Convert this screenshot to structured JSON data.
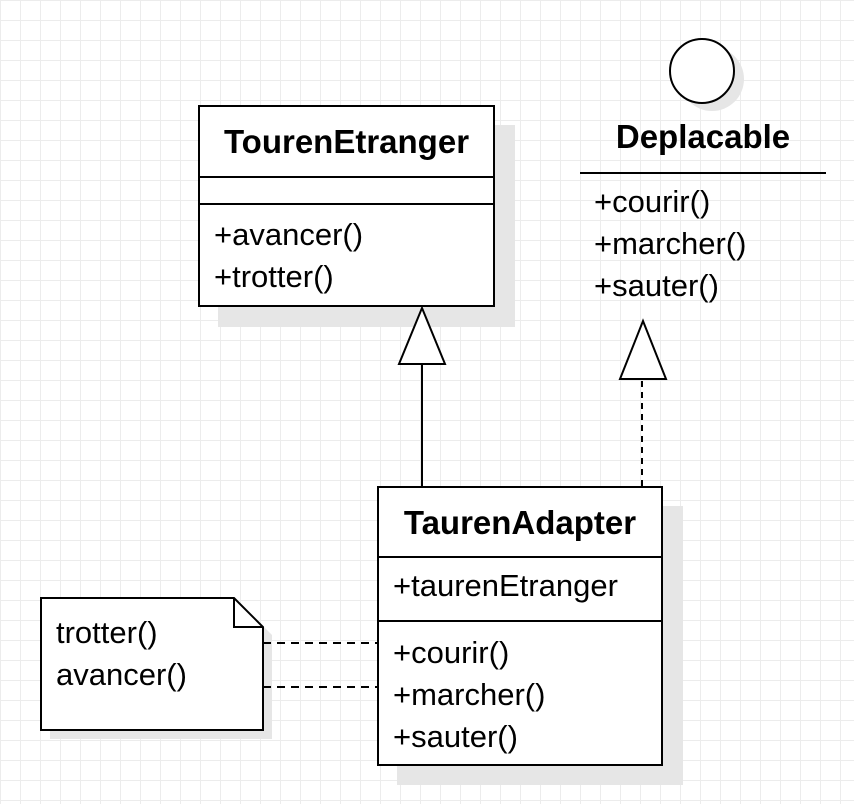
{
  "classes": {
    "touren": {
      "name": "TourenEtranger",
      "methods": [
        "+avancer()",
        "+trotter()"
      ]
    },
    "deplacable": {
      "name": "Deplacable",
      "methods": [
        "+courir()",
        "+marcher()",
        "+sauter()"
      ]
    },
    "adapter": {
      "name": "TaurenAdapter",
      "attribute": "+taurenEtranger",
      "methods": [
        "+courir()",
        "+marcher()",
        "+sauter()"
      ]
    }
  },
  "note": {
    "lines": [
      "trotter()",
      "avancer()"
    ]
  }
}
